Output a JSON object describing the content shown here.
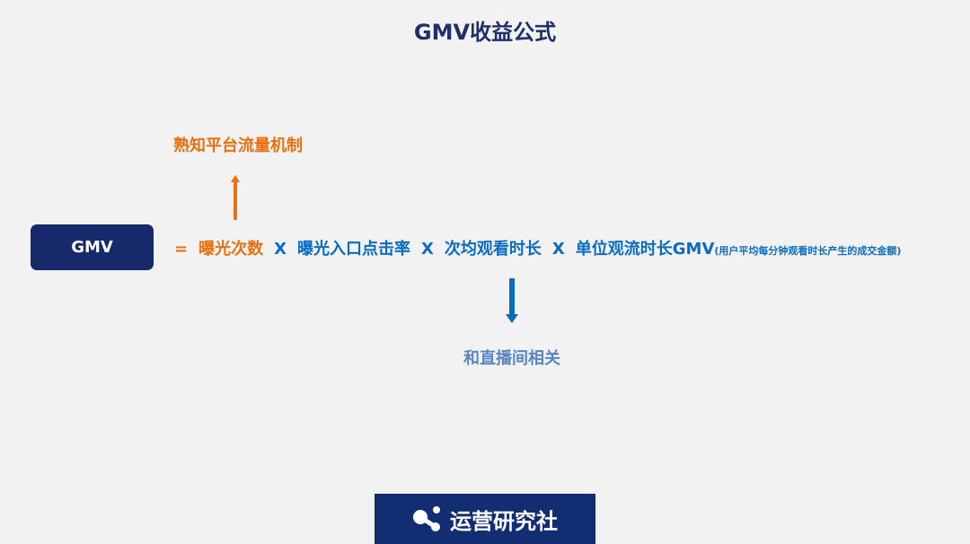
{
  "title": "GMV收益公式",
  "gmv_label": "GMV",
  "formula": {
    "equals": "=",
    "term1": "曝光次数",
    "times1": "X",
    "term2": "曝光入口点击率",
    "times2": "X",
    "term3": "次均观看时长",
    "times3": "X",
    "term4": "单位观流时长GMV",
    "term4_note": "(用户平均每分钟观看时长产生的成交金额)"
  },
  "up_annotation": "熟知平台流量机制",
  "down_annotation": "和直播间相关",
  "footer_brand": "运营研究社",
  "colors": {
    "navy": "#15296b",
    "orange": "#e8700f",
    "blue": "#0a6cc0",
    "light_blue": "#5a85c4"
  }
}
